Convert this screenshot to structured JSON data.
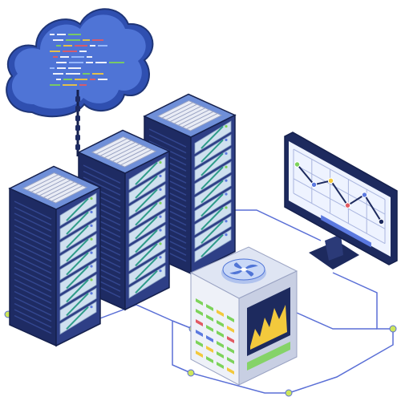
{
  "colors": {
    "background": "#ffffff",
    "cloud_light": "#7fa3e6",
    "cloud_mid": "#4f74d6",
    "cloud_dark": "#2f4fb0",
    "cloud_outline": "#1f3577",
    "rack_front": "#2e3f86",
    "rack_side": "#1e2b63",
    "rack_top": "#6f8fd8",
    "rack_outline": "#15204d",
    "vent_light": "#e9ecf5",
    "vent_line": "#9aa3c3",
    "unit_face": "#cfe0ef",
    "unit_accent": "#2f9c8a",
    "network_line": "#5a6fd6",
    "network_node": "#cde65a",
    "monitor_frame": "#1d2a5e",
    "monitor_screen": "#eef3ff",
    "monitor_grid": "#aab6df",
    "chart_line": "#1d2a5e",
    "chart_bar": "#5b79e0",
    "cooler_body": "#eef1f8",
    "cooler_side": "#c8cfe3",
    "cooler_fan": "#4f74d6",
    "cooler_fan_ring": "#8ba7ea",
    "led_green": "#7dd35a",
    "led_yellow": "#f3c93c",
    "led_red": "#e25a62",
    "led_blue": "#5b79e0",
    "panel_dark": "#1d2a5e",
    "wave_yellow": "#f3c93c"
  },
  "icons": {
    "cloud": "cloud-storage-icon",
    "server_rack": "server-rack-icon",
    "monitor": "analytics-monitor-icon",
    "cooler": "cooling-unit-icon",
    "network_node": "network-node-icon",
    "fan": "fan-icon"
  },
  "racks": [
    {
      "id": "rack-left",
      "units": 9
    },
    {
      "id": "rack-middle",
      "units": 9
    },
    {
      "id": "rack-right",
      "units": 9
    }
  ],
  "monitor_chart": {
    "type": "line",
    "points": [
      0.3,
      0.55,
      0.25,
      0.6,
      0.15,
      0.55
    ],
    "point_colors": [
      "#7dd35a",
      "#5b79e0",
      "#f3c93c",
      "#e25a62",
      "#5b79e0",
      "#1d2a5e"
    ]
  },
  "cooler_leds": {
    "rows": [
      [
        "#7dd35a",
        "#7dd35a",
        "#f3c93c",
        "#7dd35a"
      ],
      [
        "#7dd35a",
        "#7dd35a",
        "#7dd35a",
        "#f3c93c"
      ],
      [
        "#e25a62",
        "#7dd35a",
        "#7dd35a",
        "#e25a62"
      ],
      [
        "#5b79e0",
        "#5b79e0",
        "#7dd35a",
        "#7dd35a"
      ],
      [
        "#7dd35a",
        "#f3c93c",
        "#7dd35a",
        "#7dd35a"
      ],
      [
        "#f3c93c",
        "#7dd35a",
        "#7dd35a",
        "#f3c93c"
      ]
    ]
  }
}
